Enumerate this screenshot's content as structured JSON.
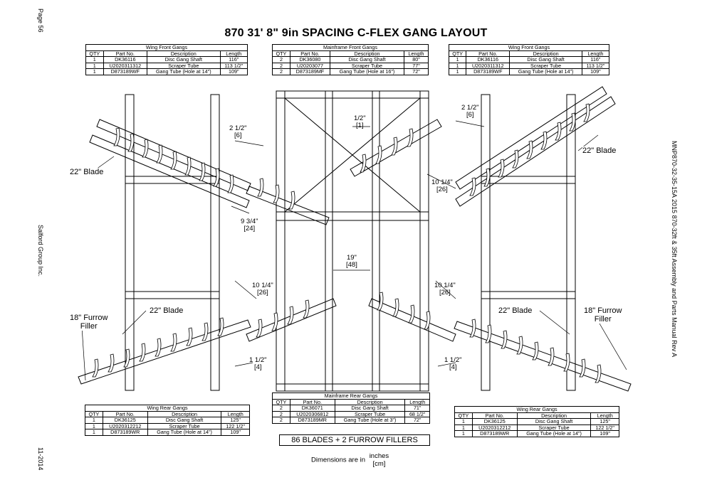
{
  "page": {
    "title": "870 31' 8\" 9in SPACING C-FLEX GANG LAYOUT",
    "page_number": "Page 56",
    "company": "Salford Group Inc.",
    "date": "11-2014",
    "manual_ref": "MNP870-32-35-15A 2015 870-32ft & 35ft Assembly and Parts Manual Rev A",
    "summary": "86 BLADES + 2 FURROW FILLERS",
    "units_prefix": "Dimensions are in",
    "units_top": "inches",
    "units_bottom": "[cm]"
  },
  "headers": {
    "qty": "QTY",
    "part": "Part No.",
    "desc": "Description",
    "len": "Length"
  },
  "tables": {
    "wing_front_left": {
      "caption": "Wing Front Gangs",
      "rows": [
        [
          "1",
          "DK36116",
          "Disc Gang Shaft",
          "116\""
        ],
        [
          "1",
          "U2020311312",
          "Scraper Tube",
          "113 1/2\""
        ],
        [
          "1",
          "D873189WF",
          "Gang Tube (Hole at 14\")",
          "109\""
        ]
      ]
    },
    "mainframe_front": {
      "caption": "Mainframe Front Gangs",
      "rows": [
        [
          "2",
          "DK36080",
          "Disc Gang Shaft",
          "80\""
        ],
        [
          "2",
          "U20203077",
          "Scraper Tube",
          "77\""
        ],
        [
          "2",
          "D873189MF",
          "Gang Tube (Hole at 16\")",
          "72\""
        ]
      ]
    },
    "wing_front_right": {
      "caption": "Wing Front Gangs",
      "rows": [
        [
          "1",
          "DK36116",
          "Disc Gang Shaft",
          "116\""
        ],
        [
          "1",
          "U2020311312",
          "Scraper Tube",
          "113 1/2\""
        ],
        [
          "1",
          "D873189WF",
          "Gang Tube (Hole at 14\")",
          "109\""
        ]
      ]
    },
    "mainframe_rear": {
      "caption": "Mainframe Rear Gangs",
      "rows": [
        [
          "2",
          "DK36071",
          "Disc Gang Shaft",
          "71\""
        ],
        [
          "2",
          "U2020306812",
          "Scraper Tube",
          "68 1/2\""
        ],
        [
          "2",
          "D873189MR",
          "Gang Tube (Hole at 3\")",
          "72\""
        ]
      ]
    },
    "wing_rear_left": {
      "caption": "Wing Rear Gangs",
      "rows": [
        [
          "1",
          "DK36125",
          "Disc Gang Shaft",
          "125\""
        ],
        [
          "1",
          "U2020312212",
          "Scraper Tube",
          "122 1/2\""
        ],
        [
          "1",
          "D873189WR",
          "Gang Tube (Hole at 14\")",
          "109\""
        ]
      ]
    },
    "wing_rear_right": {
      "caption": "Wing Rear Gangs",
      "rows": [
        [
          "1",
          "DK36125",
          "Disc Gang Shaft",
          "125\""
        ],
        [
          "1",
          "U2020312212",
          "Scraper Tube",
          "122 1/2\""
        ],
        [
          "1",
          "D873189WR",
          "Gang Tube (Hole at 14\")",
          "109\""
        ]
      ]
    }
  },
  "labels": {
    "blade22_front_left": "22\" Blade",
    "blade22_front_right": "22\" Blade",
    "blade22_rear_left": "22\" Blade",
    "blade22_rear_right": "22\" Blade",
    "furrow_left": "18\" Furrow\nFiller",
    "furrow_right": "18\" Furrow\nFiller"
  },
  "dims": {
    "d_2half_l_in": "2 1/2\"",
    "d_2half_l_cm": "[6]",
    "d_2half_r_in": "2 1/2\"",
    "d_2half_r_cm": "[6]",
    "d_half_in": "1/2\"",
    "d_half_cm": "[1]",
    "d_10q_r1_in": "10 1/4\"",
    "d_10q_r1_cm": "[26]",
    "d_9_3q_in": "9 3/4\"",
    "d_9_3q_cm": "[24]",
    "d_19_in": "19\"",
    "d_19_cm": "[48]",
    "d_10q_l_in": "10 1/4\"",
    "d_10q_l_cm": "[26]",
    "d_10q_r2_in": "10 1/4\"",
    "d_10q_r2_cm": "[26]",
    "d_1half_l_in": "1 1/2\"",
    "d_1half_l_cm": "[4]",
    "d_1half_r_in": "1 1/2\"",
    "d_1half_r_cm": "[4]"
  }
}
